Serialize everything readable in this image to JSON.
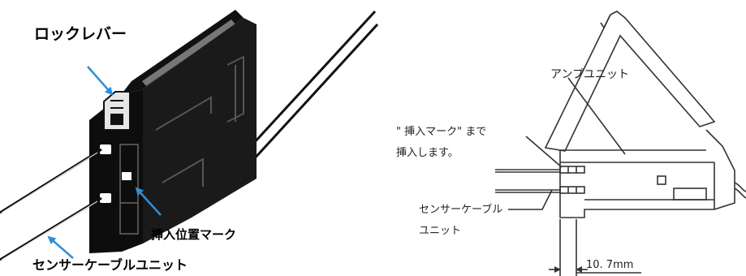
{
  "left_figure": {
    "lock_lever_label": "ロックレバー",
    "insertion_mark_label": "挿入位置マーク",
    "sensor_cable_unit_label": "センサーケーブルユニット"
  },
  "right_figure": {
    "amp_unit_label": "アンプユニット",
    "insert_instruction_line1": "\" 挿入マーク\" まで",
    "insert_instruction_line2": "挿入します。",
    "sensor_cable_line1": "センサーケーブル",
    "sensor_cable_line2": "ユニット",
    "dimension_label": "10. 7mm"
  },
  "colors": {
    "arrow": "#2f8fd6",
    "ink": "#111111",
    "line_art": "#333333"
  }
}
